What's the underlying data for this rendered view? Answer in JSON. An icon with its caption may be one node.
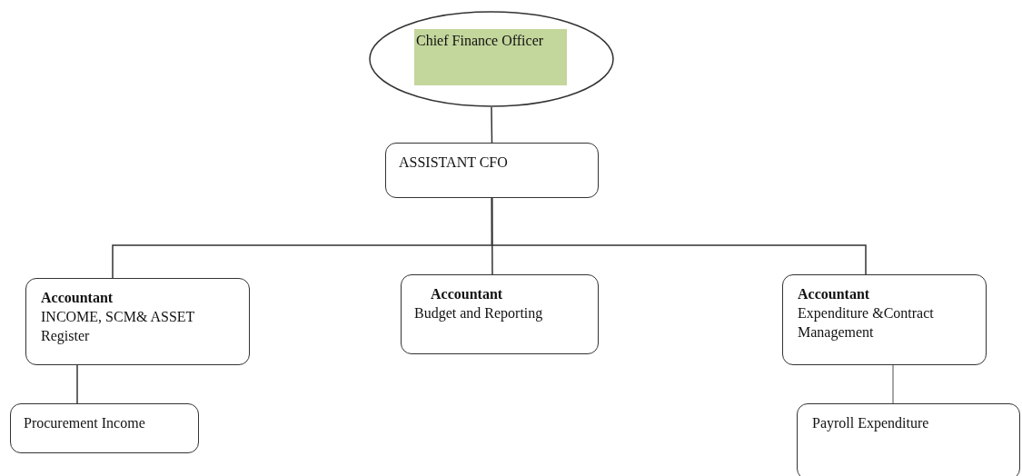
{
  "diagram": {
    "nodes": [
      {
        "text": [
          "Chief Finance Officer"
        ]
      },
      {
        "text": [
          "ASSISTANT CFO"
        ]
      },
      {
        "text": [
          "Accountant",
          "INCOME, SCM& ASSET Register"
        ]
      },
      {
        "text": [
          "Accountant",
          "Budget and Reporting"
        ]
      },
      {
        "text": [
          "Accountant",
          "Expenditure &Contract Management"
        ]
      },
      {
        "text": [
          "Procurement Income"
        ]
      },
      {
        "text": [
          "Payroll Expenditure"
        ]
      }
    ],
    "edges": [
      {
        "from": 0,
        "to": 1,
        "arrow": "none"
      },
      {
        "from": 1,
        "to": 2,
        "arrow": "none"
      },
      {
        "from": 1,
        "to": 3,
        "arrow": "none"
      },
      {
        "from": 1,
        "to": 4,
        "arrow": "none"
      },
      {
        "from": 2,
        "to": 5,
        "arrow": "none"
      },
      {
        "from": 4,
        "to": 6,
        "arrow": "none",
        "color": "#888888"
      }
    ]
  }
}
